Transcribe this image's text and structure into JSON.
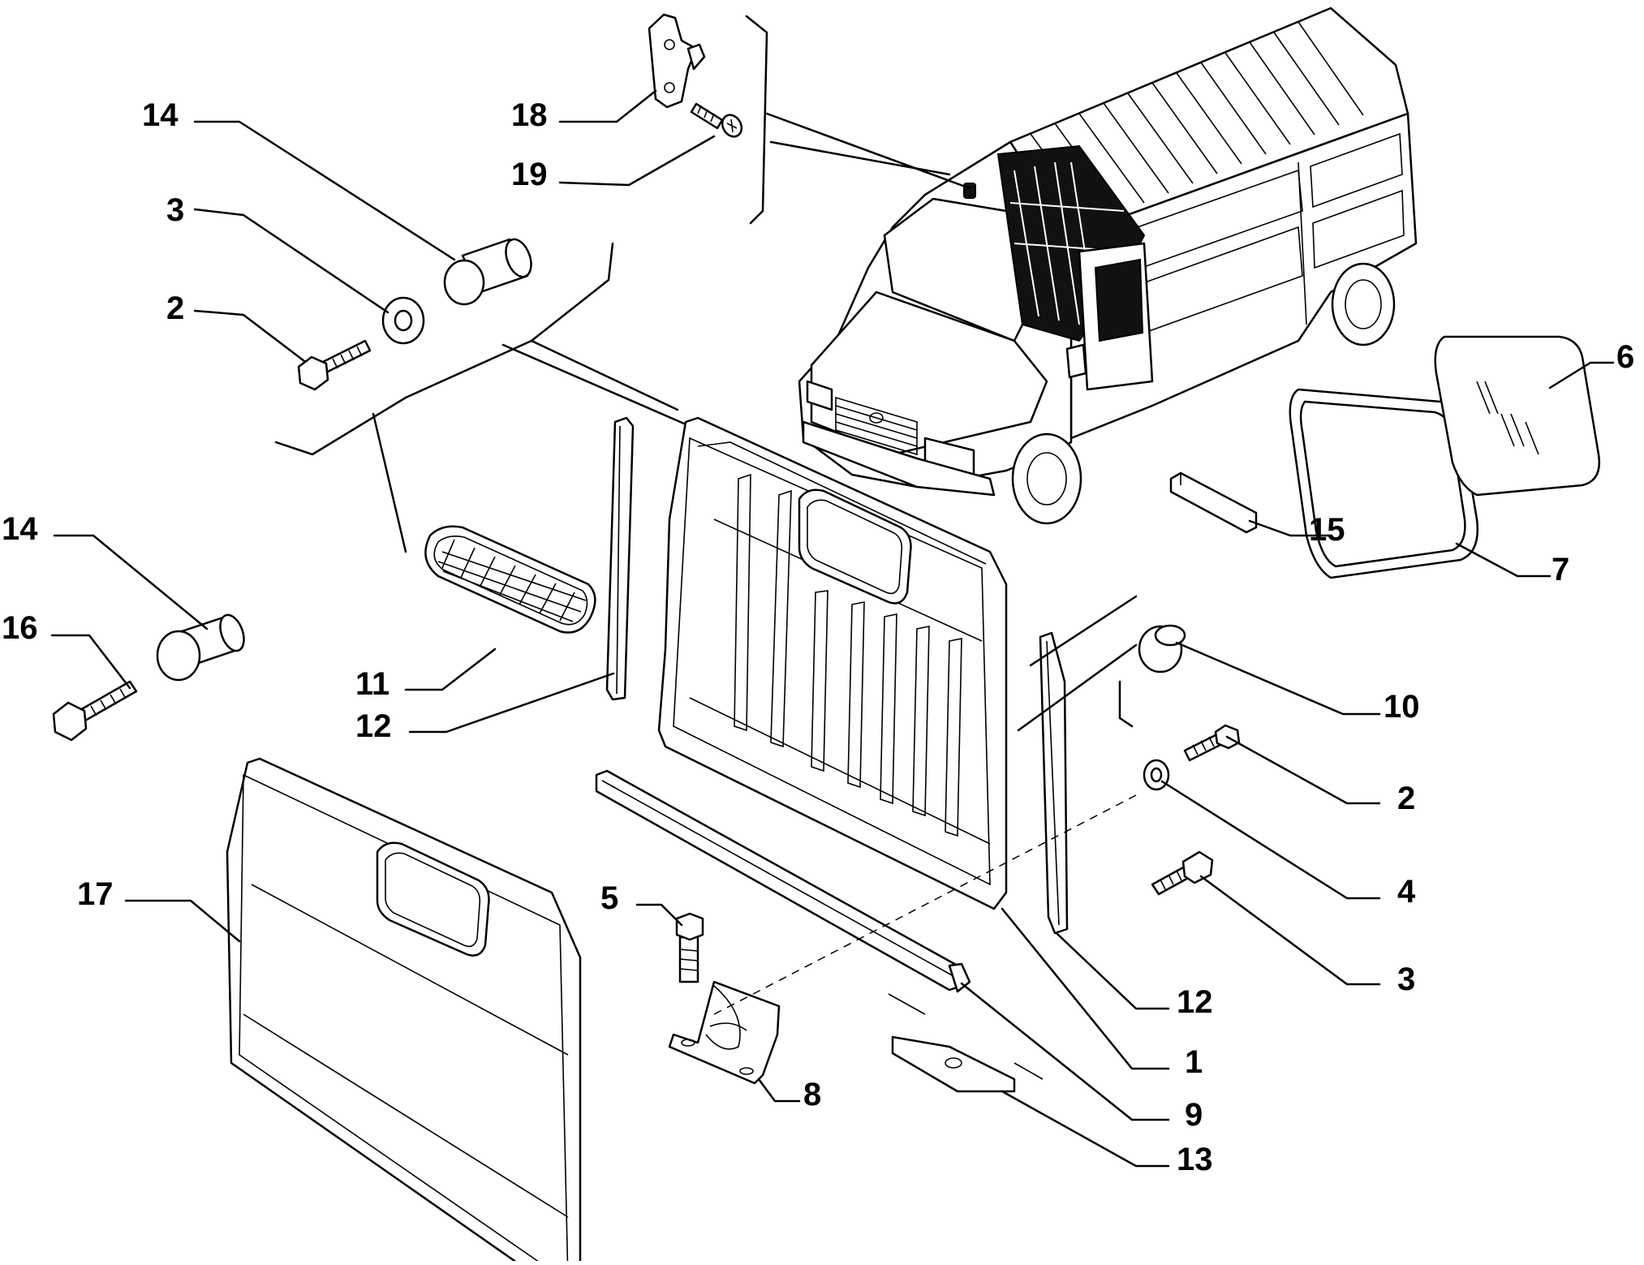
{
  "diagram": {
    "callouts": [
      {
        "id": "c-14a",
        "label": "14"
      },
      {
        "id": "c-3a",
        "label": "3"
      },
      {
        "id": "c-2a",
        "label": "2"
      },
      {
        "id": "c-18",
        "label": "18"
      },
      {
        "id": "c-19",
        "label": "19"
      },
      {
        "id": "c-14b",
        "label": "14"
      },
      {
        "id": "c-16",
        "label": "16"
      },
      {
        "id": "c-11",
        "label": "11"
      },
      {
        "id": "c-12a",
        "label": "12"
      },
      {
        "id": "c-17",
        "label": "17"
      },
      {
        "id": "c-5",
        "label": "5"
      },
      {
        "id": "c-8",
        "label": "8"
      },
      {
        "id": "c-6",
        "label": "6"
      },
      {
        "id": "c-15",
        "label": "15"
      },
      {
        "id": "c-7",
        "label": "7"
      },
      {
        "id": "c-10",
        "label": "10"
      },
      {
        "id": "c-2b",
        "label": "2"
      },
      {
        "id": "c-4",
        "label": "4"
      },
      {
        "id": "c-3b",
        "label": "3"
      },
      {
        "id": "c-12b",
        "label": "12"
      },
      {
        "id": "c-1",
        "label": "1"
      },
      {
        "id": "c-9",
        "label": "9"
      },
      {
        "id": "c-13",
        "label": "13"
      }
    ]
  }
}
